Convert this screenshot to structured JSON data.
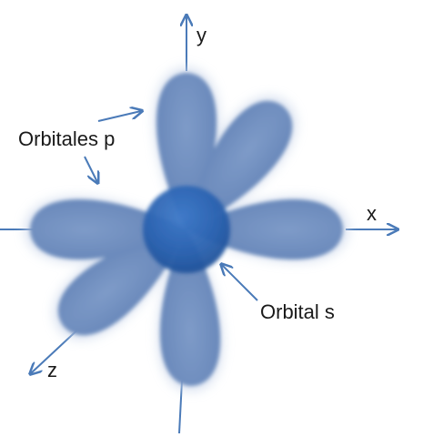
{
  "diagram": {
    "axes": {
      "x_label": "x",
      "y_label": "y",
      "z_label": "z"
    },
    "callouts": {
      "p_orbitals": "Orbitales p",
      "s_orbital": "Orbital s"
    },
    "colors": {
      "lobe_fill": "#6e8dbe",
      "lobe_glow": "#c9d6ea",
      "s_core": "#2f67b6",
      "arrow": "#4a7ab8"
    }
  }
}
